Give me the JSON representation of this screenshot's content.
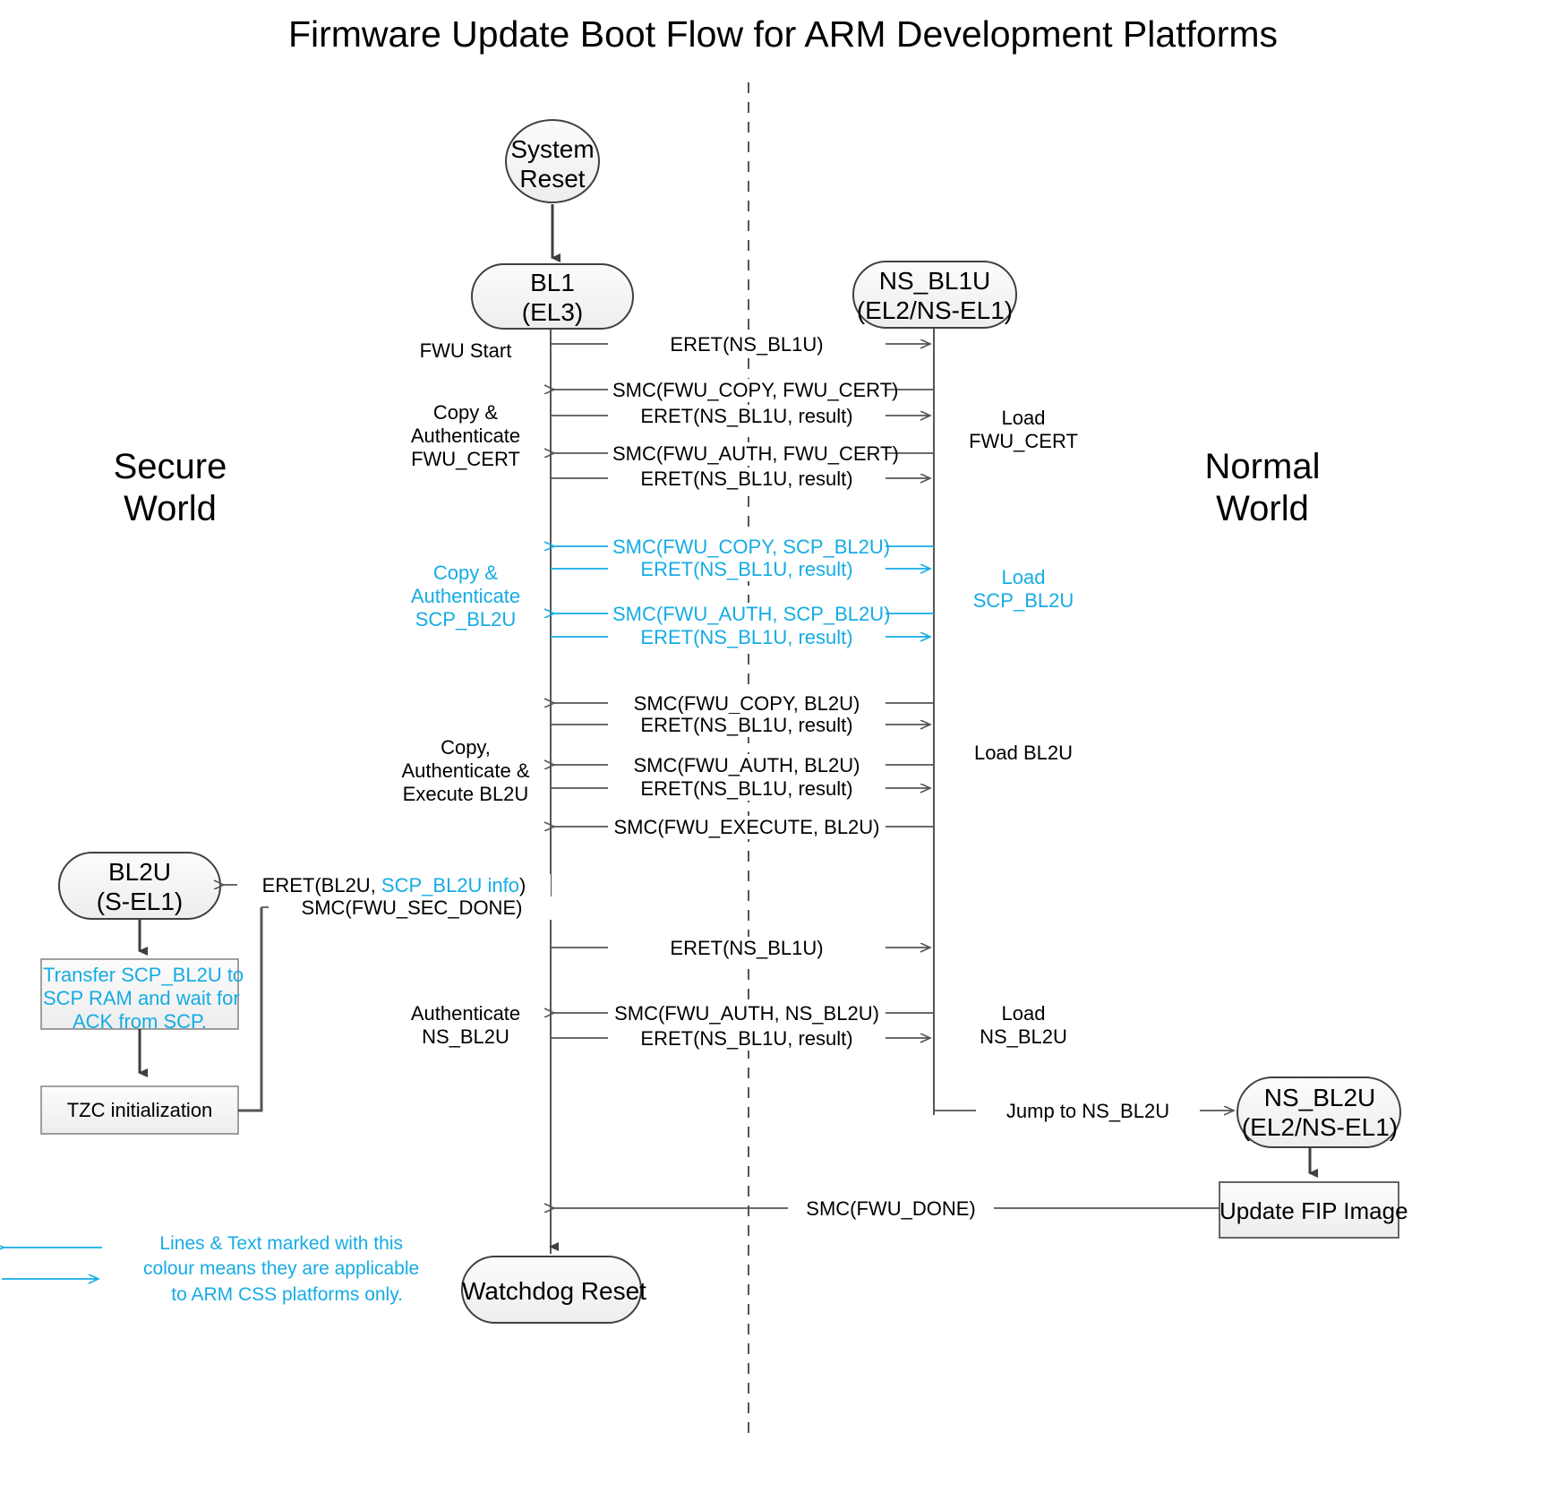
{
  "title": "Firmware Update Boot Flow for ARM Development Platforms",
  "colors": {
    "cyan": "#15ACE4",
    "line": "#404040",
    "node_fill": "#F2F2F2",
    "node_stroke": "#404040"
  },
  "worlds": {
    "secure": "Secure\nWorld",
    "normal": "Normal\nWorld"
  },
  "nodes": {
    "system_reset": "System\nReset",
    "bl1": "BL1\n(EL3)",
    "ns_bl1u": "NS_BL1U\n(EL2/NS-EL1)",
    "bl2u": "BL2U\n(S-EL1)",
    "ns_bl2u": "NS_BL2U\n(EL2/NS-EL1)",
    "watchdog_reset": "Watchdog Reset",
    "update_fip": "Update FIP Image",
    "transfer_scp": "Transfer SCP_BL2U to\nSCP RAM and wait for\nACK from SCP.",
    "tzc_init": "TZC initialization"
  },
  "messages": [
    {
      "id": "m1",
      "text": "ERET(NS_BL1U)",
      "color": "black"
    },
    {
      "id": "m2",
      "text": "SMC(FWU_COPY, FWU_CERT)",
      "color": "black"
    },
    {
      "id": "m3",
      "text": "ERET(NS_BL1U, result)",
      "color": "black"
    },
    {
      "id": "m4",
      "text": "SMC(FWU_AUTH, FWU_CERT)",
      "color": "black"
    },
    {
      "id": "m5",
      "text": "ERET(NS_BL1U, result)",
      "color": "black"
    },
    {
      "id": "m6",
      "text": "SMC(FWU_COPY, SCP_BL2U)",
      "color": "cyan"
    },
    {
      "id": "m7",
      "text": "ERET(NS_BL1U, result)",
      "color": "cyan"
    },
    {
      "id": "m8",
      "text": "SMC(FWU_AUTH, SCP_BL2U)",
      "color": "cyan"
    },
    {
      "id": "m9",
      "text": "ERET(NS_BL1U, result)",
      "color": "cyan"
    },
    {
      "id": "m10",
      "text": "SMC(FWU_COPY, BL2U)",
      "color": "black"
    },
    {
      "id": "m11",
      "text": "ERET(NS_BL1U, result)",
      "color": "black"
    },
    {
      "id": "m12",
      "text": "SMC(FWU_AUTH, BL2U)",
      "color": "black"
    },
    {
      "id": "m13",
      "text": "ERET(NS_BL1U, result)",
      "color": "black"
    },
    {
      "id": "m14",
      "text": "SMC(FWU_EXECUTE, BL2U)",
      "color": "black"
    },
    {
      "id": "m15",
      "text": "ERET(BL2U, ",
      "text2": "SCP_BL2U info",
      "text3": ")",
      "color": "mixed"
    },
    {
      "id": "m16",
      "text": "SMC(FWU_SEC_DONE)",
      "color": "black"
    },
    {
      "id": "m17",
      "text": "ERET(NS_BL1U)",
      "color": "black"
    },
    {
      "id": "m18",
      "text": "SMC(FWU_AUTH, NS_BL2U)",
      "color": "black"
    },
    {
      "id": "m19",
      "text": "ERET(NS_BL1U, result)",
      "color": "black"
    },
    {
      "id": "m20",
      "text": "Jump to NS_BL2U",
      "color": "black"
    },
    {
      "id": "m21",
      "text": "SMC(FWU_DONE)",
      "color": "black"
    }
  ],
  "left_annotations": [
    {
      "id": "a1",
      "text": "FWU Start",
      "color": "black"
    },
    {
      "id": "a2",
      "text": "Copy &\nAuthenticate\nFWU_CERT",
      "color": "black"
    },
    {
      "id": "a3",
      "text": "Copy &\nAuthenticate\nSCP_BL2U",
      "color": "cyan"
    },
    {
      "id": "a4",
      "text": "Copy,\nAuthenticate &\nExecute BL2U",
      "color": "black"
    },
    {
      "id": "a5",
      "text": "Authenticate\nNS_BL2U",
      "color": "black"
    }
  ],
  "right_annotations": [
    {
      "id": "r1",
      "text": "Load\nFWU_CERT",
      "color": "black"
    },
    {
      "id": "r2",
      "text": "Load\nSCP_BL2U",
      "color": "cyan"
    },
    {
      "id": "r3",
      "text": "Load BL2U",
      "color": "black"
    },
    {
      "id": "r4",
      "text": "Load\nNS_BL2U",
      "color": "black"
    }
  ],
  "legend": {
    "text": "Lines & Text marked with this\ncolour means they are applicable\nto ARM CSS platforms only."
  }
}
